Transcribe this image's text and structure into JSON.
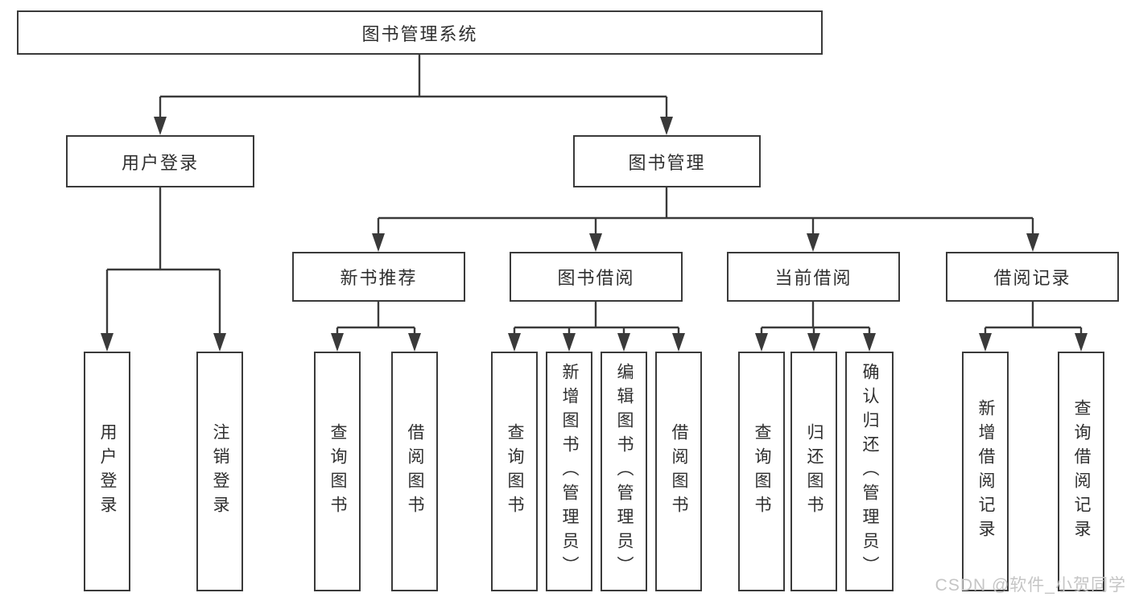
{
  "tree": {
    "label": "图书管理系统",
    "children": [
      {
        "label": "用户登录",
        "children": [
          {
            "label": "用户登录"
          },
          {
            "label": "注销登录"
          }
        ]
      },
      {
        "label": "图书管理",
        "children": [
          {
            "label": "新书推荐",
            "children": [
              {
                "label": "查询图书"
              },
              {
                "label": "借阅图书"
              }
            ]
          },
          {
            "label": "图书借阅",
            "children": [
              {
                "label": "查询图书"
              },
              {
                "label": "新增图书（管理员）"
              },
              {
                "label": "编辑图书（管理员）"
              },
              {
                "label": "借阅图书"
              }
            ]
          },
          {
            "label": "当前借阅",
            "children": [
              {
                "label": "查询图书"
              },
              {
                "label": "归还图书"
              },
              {
                "label": "确认归还（管理员）"
              }
            ]
          },
          {
            "label": "借阅记录",
            "children": [
              {
                "label": "新增借阅记录"
              },
              {
                "label": "查询借阅记录"
              }
            ]
          }
        ]
      }
    ]
  },
  "watermark": {
    "text": "CSDN @软件_小贺同学"
  },
  "colors": {
    "line": "#3a3a3a",
    "box_border": "#3a3a3a",
    "text": "#2f2f2f",
    "watermark": "#c5c5c5",
    "background": "#ffffff"
  }
}
